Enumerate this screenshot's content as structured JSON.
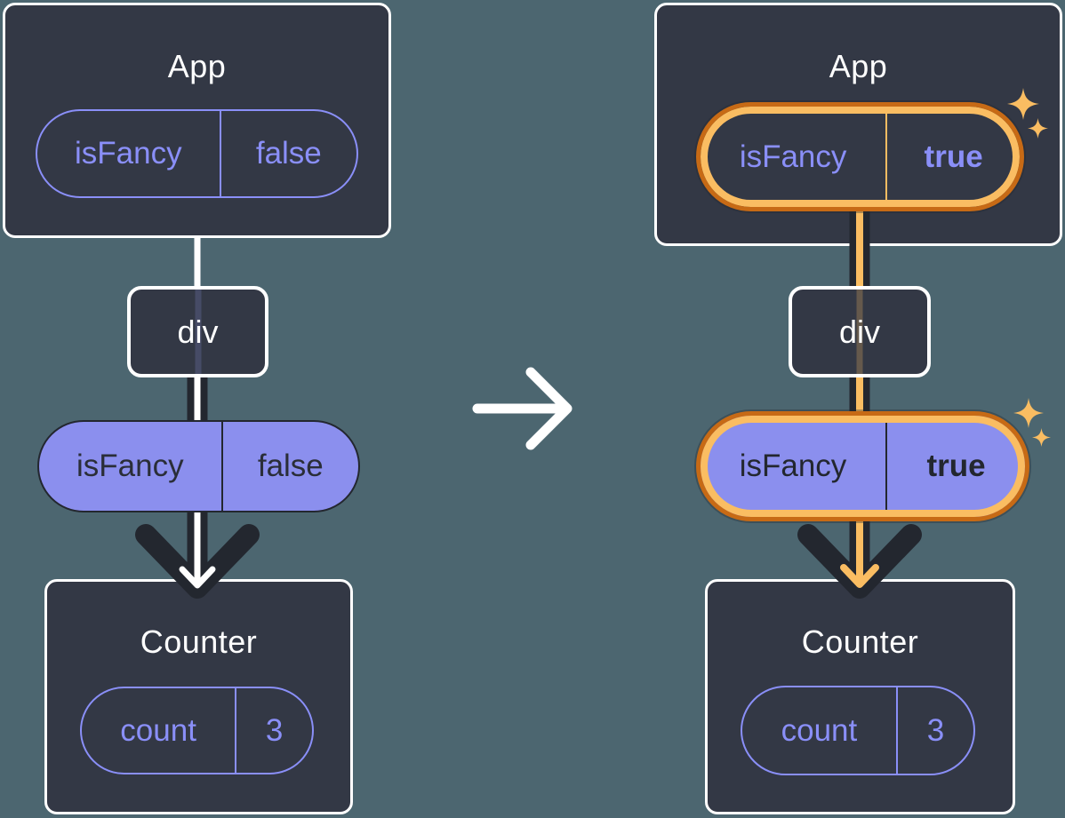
{
  "colors": {
    "background": "#4C6670",
    "card_fill": "#333845",
    "card_border": "#FFFFFF",
    "purple": "#8A8FF8",
    "purple_fill": "#8B8FEE",
    "dark_ink": "#23272F",
    "highlight_ring_outer": "#C76A15",
    "highlight_ring_inner": "#FABD62"
  },
  "icons": {
    "transition": "arrow-right-icon",
    "highlight": "sparkle-icon"
  },
  "before": {
    "app": {
      "title": "App",
      "prop": {
        "name": "isFancy",
        "value": "false"
      }
    },
    "div_label": "div",
    "passed_prop": {
      "name": "isFancy",
      "value": "false"
    },
    "counter": {
      "title": "Counter",
      "state": {
        "name": "count",
        "value": "3"
      }
    }
  },
  "after": {
    "app": {
      "title": "App",
      "prop": {
        "name": "isFancy",
        "value": "true"
      }
    },
    "div_label": "div",
    "passed_prop": {
      "name": "isFancy",
      "value": "true"
    },
    "counter": {
      "title": "Counter",
      "state": {
        "name": "count",
        "value": "3"
      }
    }
  }
}
